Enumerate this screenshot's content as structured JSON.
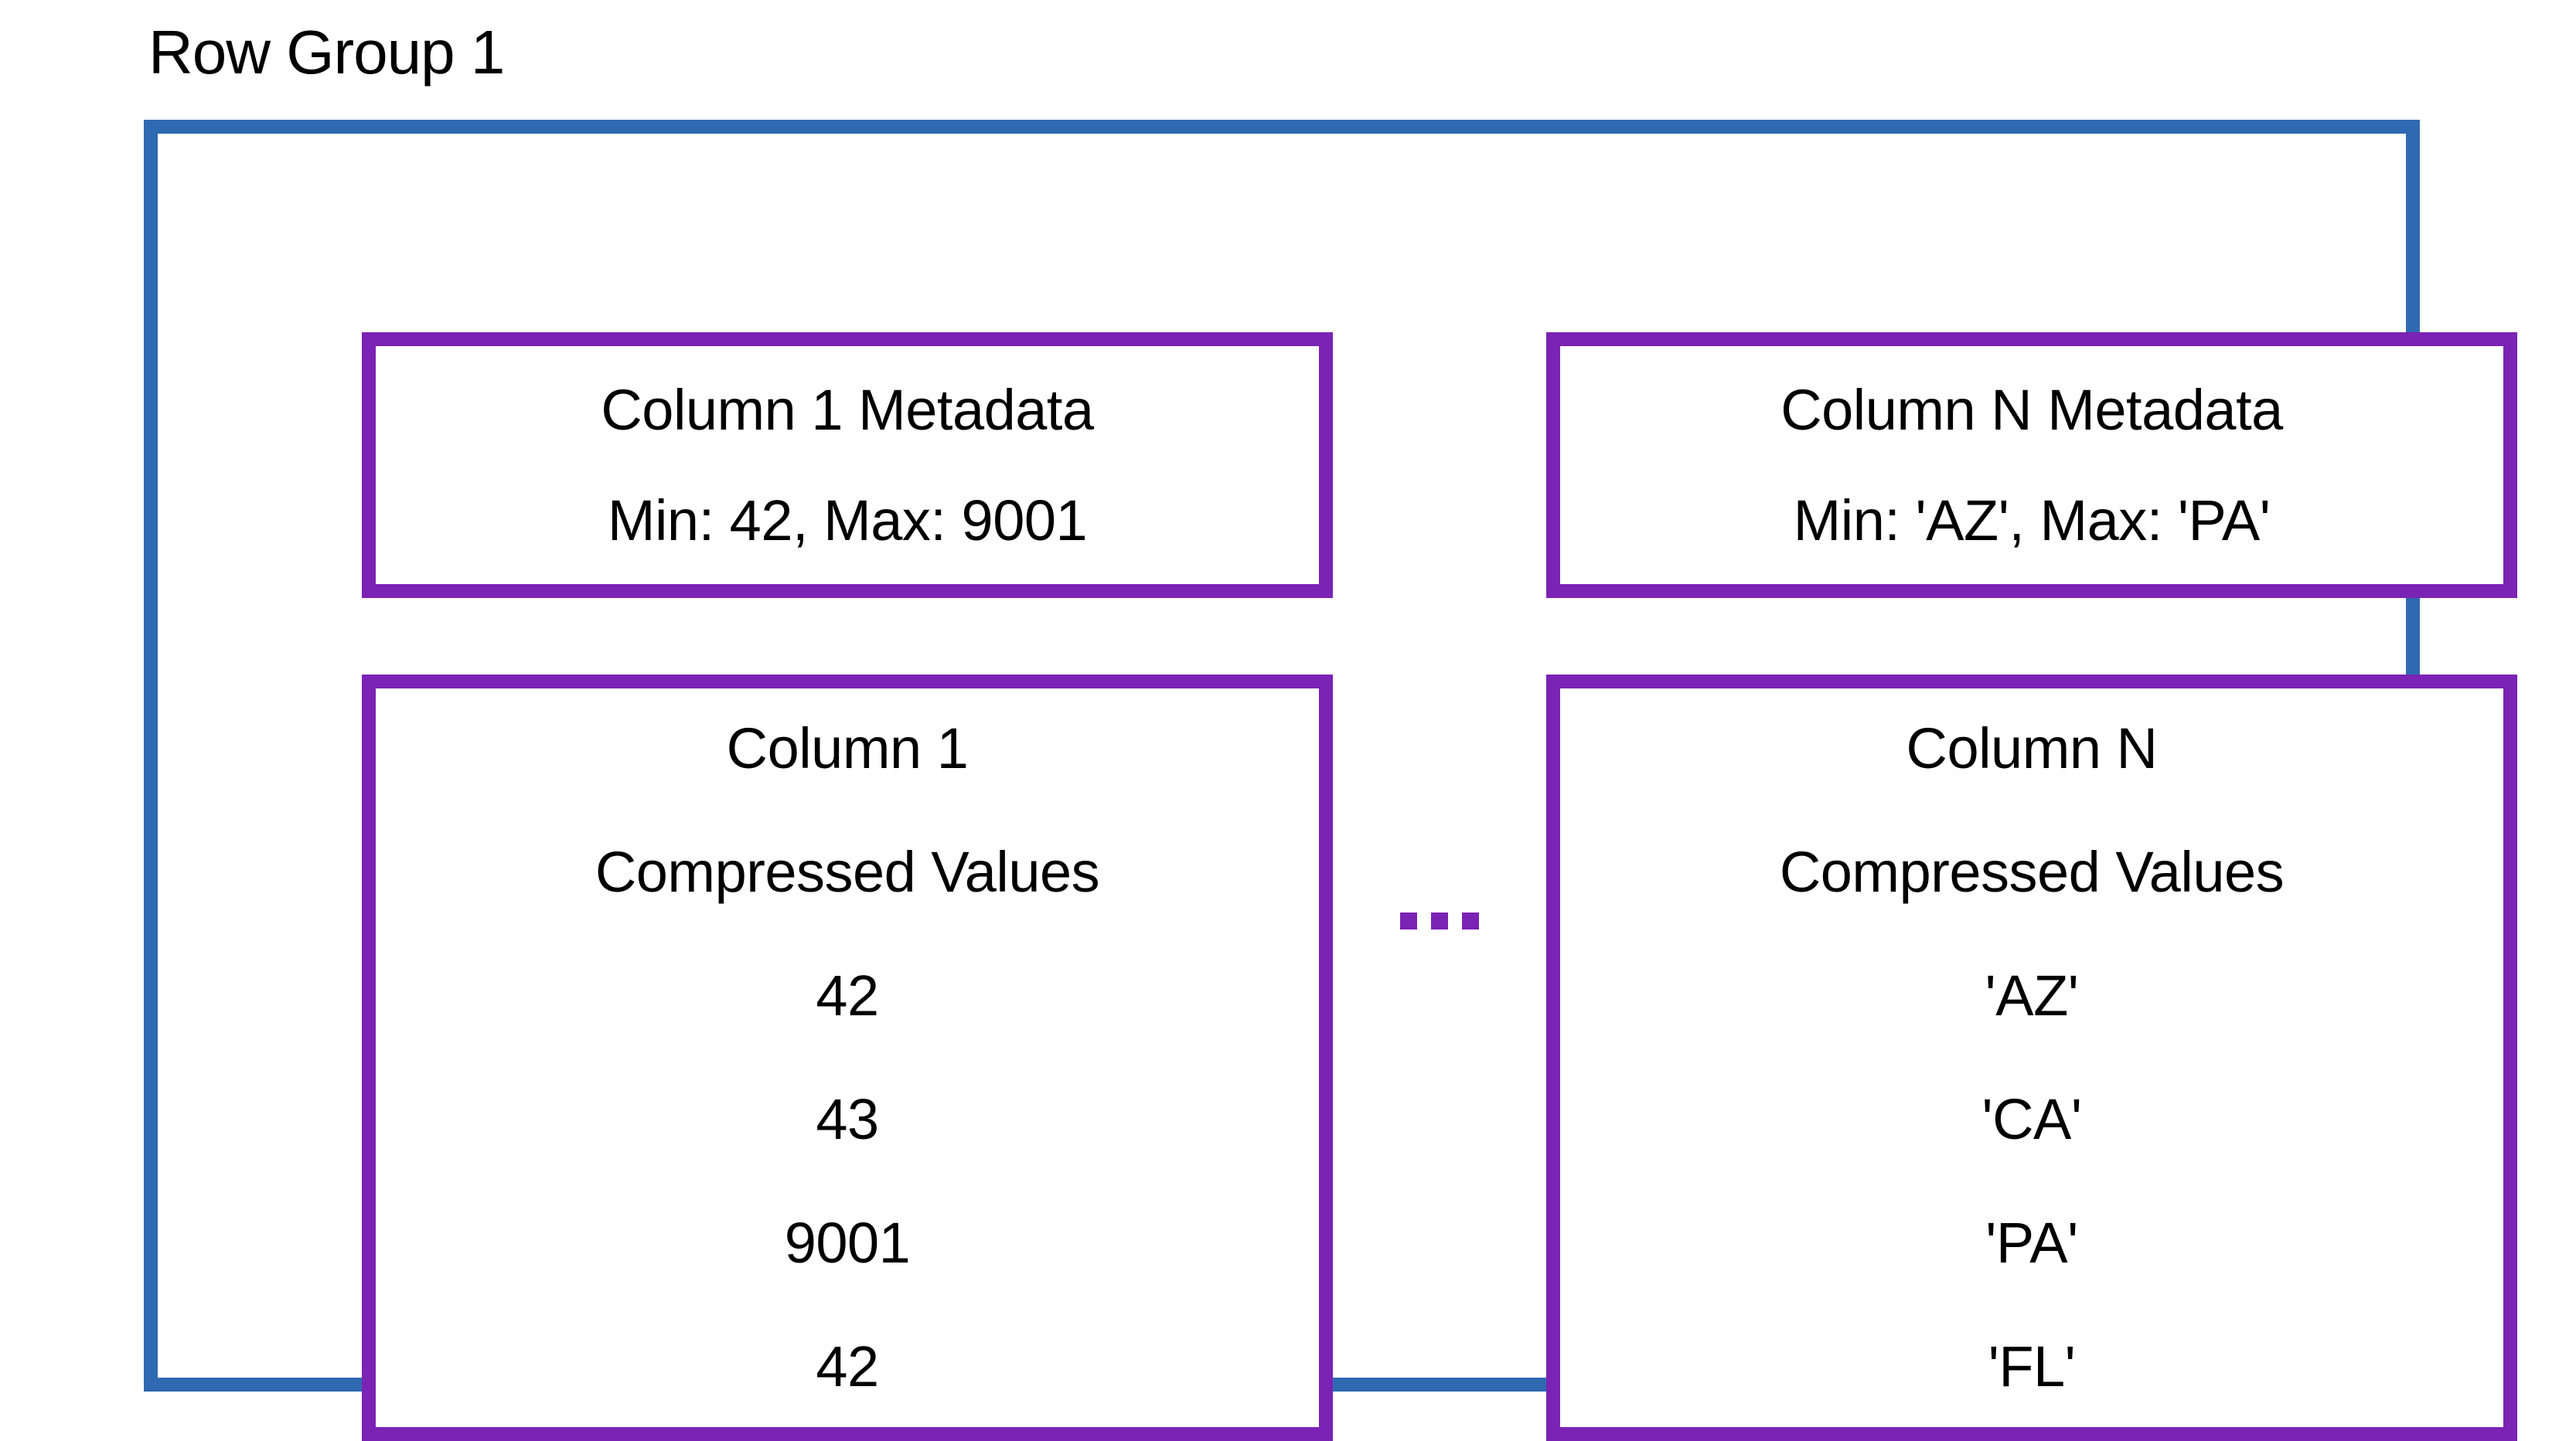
{
  "title": "Row Group 1",
  "separator_ellipsis": "...",
  "colors": {
    "outer-border": "#2E69B2",
    "inner-border": "#7A23B4",
    "dots": "#7A23B4",
    "text": "#000000"
  },
  "columns": [
    {
      "metadata": {
        "line1": "Column 1 Metadata",
        "line2": "Min: 42, Max: 9001"
      },
      "values_header": {
        "line1": "Column 1",
        "line2": "Compressed Values"
      },
      "values": [
        "42",
        "43",
        "9001",
        "42"
      ]
    },
    {
      "metadata": {
        "line1": "Column N Metadata",
        "line2": "Min: 'AZ', Max: 'PA'"
      },
      "values_header": {
        "line1": "Column N",
        "line2": "Compressed Values"
      },
      "values": [
        "'AZ'",
        "'CA'",
        "'PA'",
        "'FL'"
      ]
    }
  ]
}
